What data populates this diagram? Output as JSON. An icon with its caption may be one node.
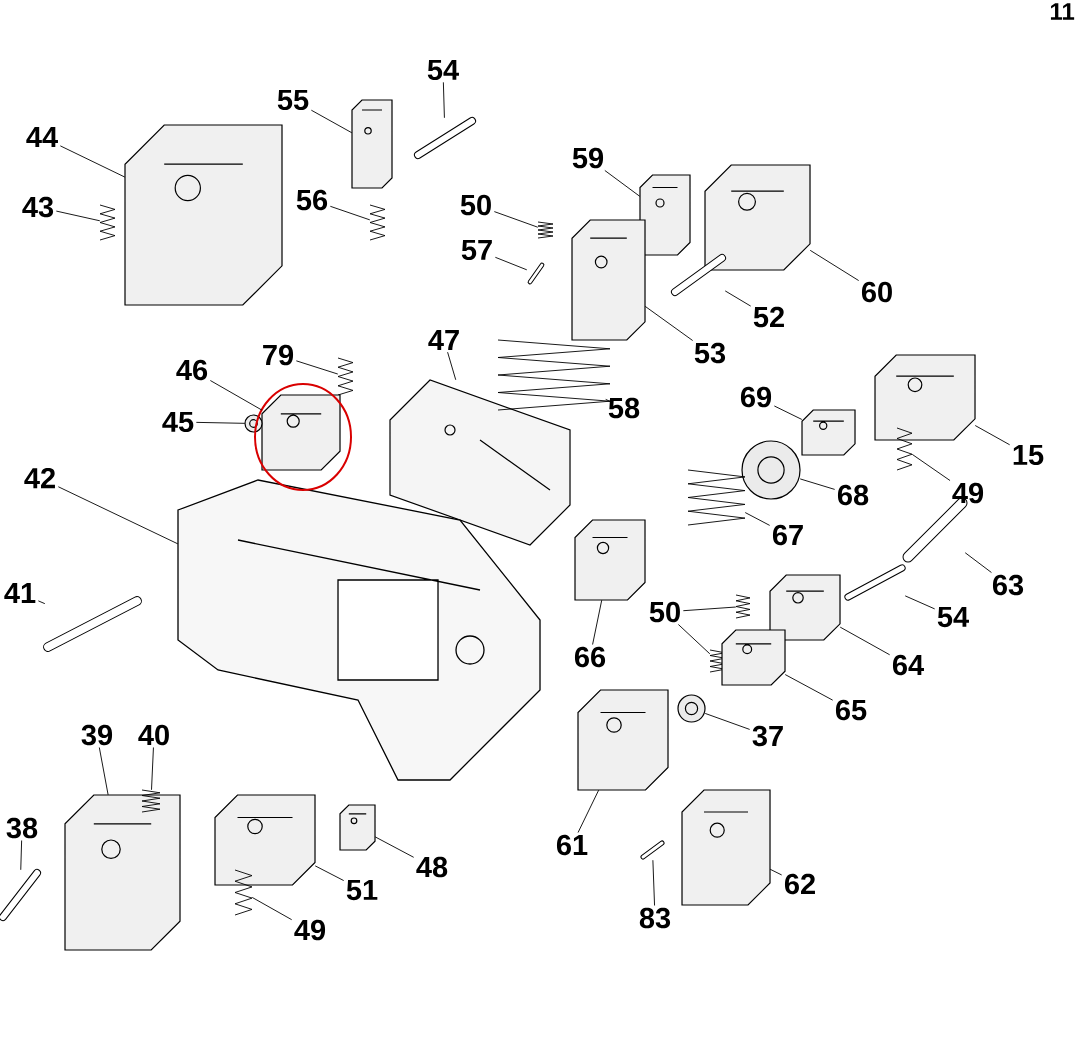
{
  "diagram": {
    "nodes": [
      {
        "text": [
          "55"
        ]
      },
      {
        "text": [],
        "shape": "picture"
      },
      {
        "text": [
          "54"
        ]
      },
      {
        "text": [],
        "shape": "picture"
      },
      {
        "text": [
          "44"
        ]
      },
      {
        "text": [],
        "shape": "picture"
      },
      {
        "text": [
          "56"
        ]
      },
      {
        "text": [],
        "shape": "picture"
      },
      {
        "text": [
          "43"
        ]
      },
      {
        "text": [],
        "shape": "picture"
      },
      {
        "text": [
          "59"
        ]
      },
      {
        "text": [],
        "shape": "picture"
      },
      {
        "text": [
          "50"
        ]
      },
      {
        "text": [],
        "shape": "picture"
      },
      {
        "text": [
          "57"
        ]
      },
      {
        "text": [],
        "shape": "picture"
      },
      {
        "text": [
          "60"
        ]
      },
      {
        "text": [],
        "shape": "picture"
      },
      {
        "text": [
          "52"
        ]
      },
      {
        "text": [],
        "shape": "picture"
      },
      {
        "text": [
          "53"
        ]
      },
      {
        "text": [],
        "shape": "picture"
      },
      {
        "text": [
          "47"
        ]
      },
      {
        "text": [],
        "shape": "picture"
      },
      {
        "text": [
          "79"
        ]
      },
      {
        "text": [],
        "shape": "picture"
      },
      {
        "text": [
          "46"
        ]
      },
      {
        "text": [],
        "shape": "picture"
      },
      {
        "text": [
          "58"
        ]
      },
      {
        "text": [],
        "shape": "picture"
      },
      {
        "text": [
          "69"
        ]
      },
      {
        "text": [],
        "shape": "picture"
      },
      {
        "text": [
          "15"
        ]
      },
      {
        "text": [],
        "shape": "picture"
      },
      {
        "text": [
          "45"
        ]
      },
      {
        "text": [],
        "shape": "picture"
      },
      {
        "text": [
          "49"
        ]
      },
      {
        "text": [],
        "shape": "picture"
      },
      {
        "text": [
          "68"
        ]
      },
      {
        "text": [],
        "shape": "picture"
      },
      {
        "text": [
          "42"
        ]
      },
      {
        "text": [],
        "shape": "picture"
      },
      {
        "text": [
          "67"
        ]
      },
      {
        "text": [],
        "shape": "picture"
      },
      {
        "text": [
          "63"
        ]
      },
      {
        "text": [],
        "shape": "picture"
      },
      {
        "text": [
          "41"
        ]
      },
      {
        "text": [],
        "shape": "picture"
      },
      {
        "text": [
          "54"
        ]
      },
      {
        "text": [],
        "shape": "picture"
      },
      {
        "text": [
          "66"
        ]
      },
      {
        "text": [],
        "shape": "picture"
      },
      {
        "text": [
          "64"
        ]
      },
      {
        "text": [],
        "shape": "picture"
      },
      {
        "text": [
          "50"
        ]
      },
      {
        "text": [],
        "shape": "picture"
      },
      {
        "text": [],
        "shape": "picture"
      },
      {
        "text": [
          "65"
        ]
      },
      {
        "text": [],
        "shape": "picture"
      },
      {
        "text": [
          "37"
        ]
      },
      {
        "text": [],
        "shape": "picture"
      },
      {
        "text": [
          "39"
        ]
      },
      {
        "text": [],
        "shape": "picture"
      },
      {
        "text": [
          "40"
        ]
      },
      {
        "text": [],
        "shape": "picture"
      },
      {
        "text": [
          "38"
        ]
      },
      {
        "text": [],
        "shape": "picture"
      },
      {
        "text": [
          "48"
        ]
      },
      {
        "text": [],
        "shape": "picture"
      },
      {
        "text": [
          "61"
        ]
      },
      {
        "text": [],
        "shape": "picture"
      },
      {
        "text": [
          "51"
        ]
      },
      {
        "text": [],
        "shape": "picture"
      },
      {
        "text": [
          "62"
        ]
      },
      {
        "text": [],
        "shape": "picture"
      },
      {
        "text": [
          "83"
        ]
      },
      {
        "text": [],
        "shape": "picture"
      },
      {
        "text": [
          "49"
        ]
      },
      {
        "text": [],
        "shape": "picture"
      }
    ],
    "edges": [
      {
        "from": 0,
        "to": 1,
        "arrow": "none"
      },
      {
        "from": 2,
        "to": 3,
        "arrow": "none"
      },
      {
        "from": 4,
        "to": 5,
        "arrow": "none"
      },
      {
        "from": 6,
        "to": 7,
        "arrow": "none"
      },
      {
        "from": 8,
        "to": 9,
        "arrow": "none"
      },
      {
        "from": 10,
        "to": 11,
        "arrow": "none"
      },
      {
        "from": 12,
        "to": 13,
        "arrow": "none"
      },
      {
        "from": 14,
        "to": 15,
        "arrow": "none"
      },
      {
        "from": 16,
        "to": 17,
        "arrow": "none"
      },
      {
        "from": 18,
        "to": 19,
        "arrow": "none"
      },
      {
        "from": 20,
        "to": 21,
        "arrow": "none"
      },
      {
        "from": 22,
        "to": 23,
        "arrow": "none"
      },
      {
        "from": 24,
        "to": 25,
        "arrow": "none"
      },
      {
        "from": 26,
        "to": 27,
        "arrow": "none"
      },
      {
        "from": 28,
        "to": 29,
        "arrow": "none"
      },
      {
        "from": 30,
        "to": 31,
        "arrow": "none"
      },
      {
        "from": 32,
        "to": 33,
        "arrow": "none"
      },
      {
        "from": 34,
        "to": 35,
        "arrow": "none"
      },
      {
        "from": 36,
        "to": 37,
        "arrow": "none"
      },
      {
        "from": 38,
        "to": 39,
        "arrow": "none"
      },
      {
        "from": 40,
        "to": 41,
        "arrow": "none"
      },
      {
        "from": 42,
        "to": 43,
        "arrow": "none"
      },
      {
        "from": 44,
        "to": 45,
        "arrow": "none"
      },
      {
        "from": 46,
        "to": 47,
        "arrow": "none"
      },
      {
        "from": 48,
        "to": 49,
        "arrow": "none"
      },
      {
        "from": 50,
        "to": 51,
        "arrow": "none"
      },
      {
        "from": 52,
        "to": 53,
        "arrow": "none"
      },
      {
        "from": 54,
        "to": 55,
        "arrow": "none"
      },
      {
        "from": 54,
        "to": 56,
        "arrow": "none"
      },
      {
        "from": 57,
        "to": 58,
        "arrow": "none"
      },
      {
        "from": 59,
        "to": 60,
        "arrow": "none"
      },
      {
        "from": 61,
        "to": 62,
        "arrow": "none"
      },
      {
        "from": 63,
        "to": 64,
        "arrow": "none"
      },
      {
        "from": 65,
        "to": 66,
        "arrow": "none"
      },
      {
        "from": 67,
        "to": 68,
        "arrow": "none"
      },
      {
        "from": 69,
        "to": 70,
        "arrow": "none"
      },
      {
        "from": 71,
        "to": 72,
        "arrow": "none"
      },
      {
        "from": 73,
        "to": 74,
        "arrow": "none"
      },
      {
        "from": 75,
        "to": 76,
        "arrow": "none"
      },
      {
        "from": 77,
        "to": 78,
        "arrow": "none"
      }
    ],
    "labels": [
      "11"
    ]
  }
}
